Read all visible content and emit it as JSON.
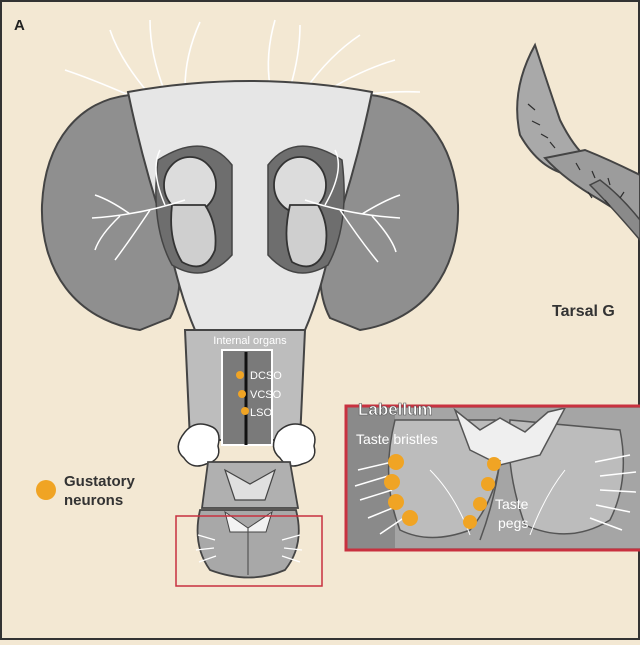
{
  "panel_label": "A",
  "labels": {
    "internal_organs": "Internal organs",
    "dcso": "DCSO",
    "vcso": "VCSO",
    "lso": "LSO",
    "tarsal": "Tarsal G",
    "labellum": "Labellum",
    "taste_bristles": "Taste bristles",
    "taste_pegs_line1": "Taste",
    "taste_pegs_line2": "pegs"
  },
  "legend": {
    "line1": "Gustatory",
    "line2": "neurons"
  },
  "colors": {
    "background": "#f3e8d3",
    "neuron": "#f0a424",
    "highlight_box": "#c8313f",
    "head_dark": "#8c8c8c",
    "head_light": "#e4e4e4"
  }
}
